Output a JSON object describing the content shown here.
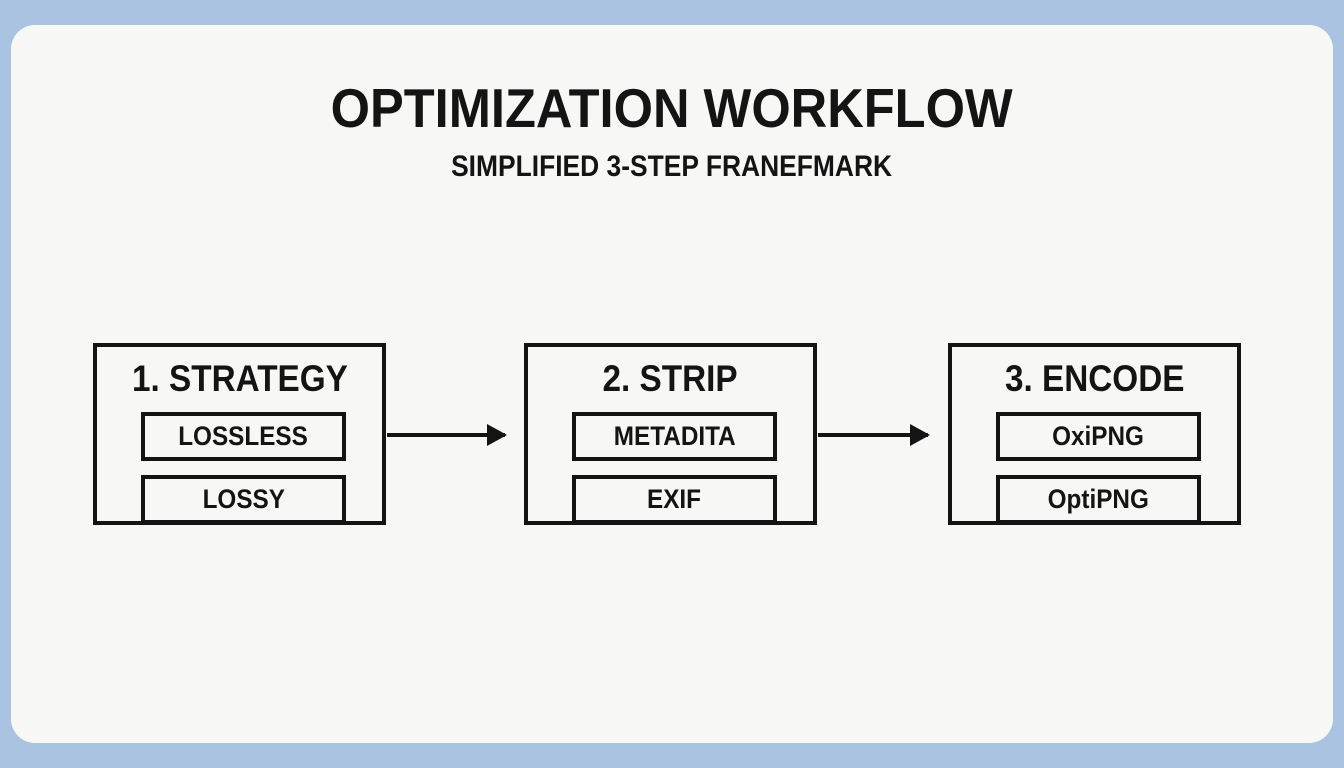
{
  "header": {
    "title": "OPTIMIZATION WORKFLOW",
    "subtitle": "SIMPLIFIED 3-STEP FRANEFMARK"
  },
  "steps": [
    {
      "label": "1. STRATEGY",
      "items": [
        "LOSSLESS",
        "LOSSY"
      ]
    },
    {
      "label": "2. STRIP",
      "items": [
        "METADITA",
        "EXIF"
      ]
    },
    {
      "label": "3. ENCODE",
      "items": [
        "OxiPNG",
        "OptiPNG"
      ]
    }
  ],
  "colors": {
    "background": "#a9c3e1",
    "card": "#f7f8f6",
    "line": "#141414",
    "text": "#141414"
  }
}
